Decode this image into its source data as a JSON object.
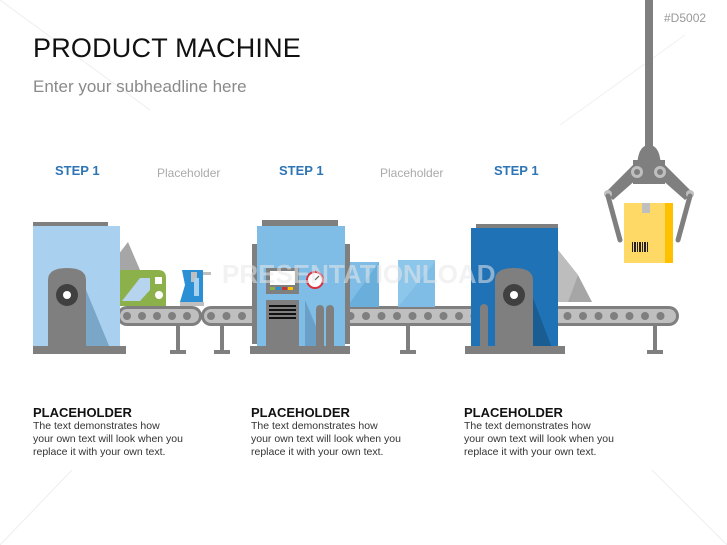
{
  "header": {
    "title": "PRODUCT MACHINE",
    "subtitle": "Enter your subheadline here",
    "code": "#D5002"
  },
  "steps": [
    {
      "label": "STEP 1"
    },
    {
      "label": "Placeholder"
    },
    {
      "label": "STEP 1"
    },
    {
      "label": "Placeholder"
    },
    {
      "label": "STEP 1"
    }
  ],
  "blocks": [
    {
      "heading": "PLACEHOLDER",
      "text": [
        "The text demonstrates how",
        "your own text will look when you",
        "replace it with your own text."
      ]
    },
    {
      "heading": "PLACEHOLDER",
      "text": [
        "The text demonstrates how",
        "your own text will look when you",
        "replace it with your own text."
      ]
    },
    {
      "heading": "PLACEHOLDER",
      "text": [
        "The text demonstrates how",
        "your own text will look when you",
        "replace it with your own text."
      ]
    }
  ],
  "watermark": "PRESENTATIONLOAD",
  "colors": {
    "accent": "#2e75b6",
    "machine_light": "#a9d1ef",
    "machine_mid": "#7fbde6",
    "machine_dark": "#1f72b5",
    "gray": "#7f7f7f",
    "belt_light": "#bfbfbf",
    "green": "#8cb14b",
    "kettle": "#2b8fd6",
    "box": "#ffd966",
    "box_side": "#ffc000"
  }
}
